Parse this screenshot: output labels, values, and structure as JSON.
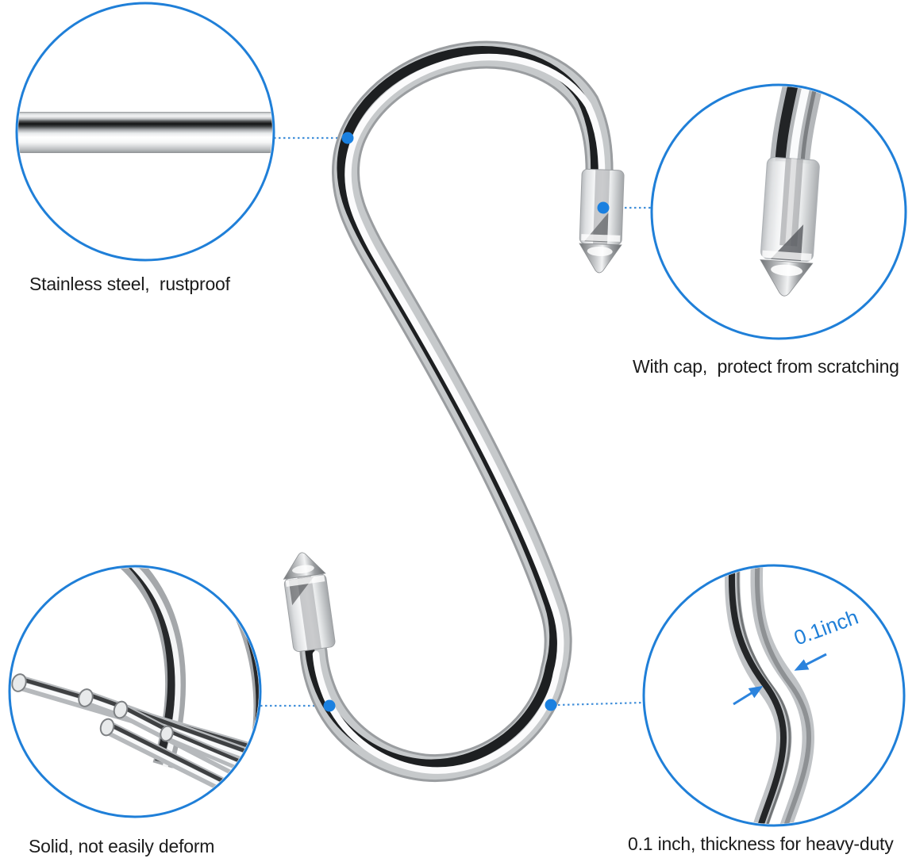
{
  "image": {
    "background_color": "#ffffff",
    "accent_color": "#1f7fd8",
    "dot_color": "#1a80e0",
    "text_color": "#1c1c1c"
  },
  "callouts": {
    "top_left": {
      "caption": "Stainless steel,  rustproof",
      "subject": "steel-rod-closeup"
    },
    "top_right": {
      "caption": "With cap,  protect from scratching",
      "subject": "capped-tip-closeup"
    },
    "bottom_left": {
      "caption": "Solid, not easily deform",
      "subject": "stacked-hooks-closeup"
    },
    "bottom_right": {
      "caption": "0.1 inch, thickness for heavy-duty",
      "measurement_label": "0.1inch",
      "subject": "rod-thickness-closeup"
    }
  }
}
